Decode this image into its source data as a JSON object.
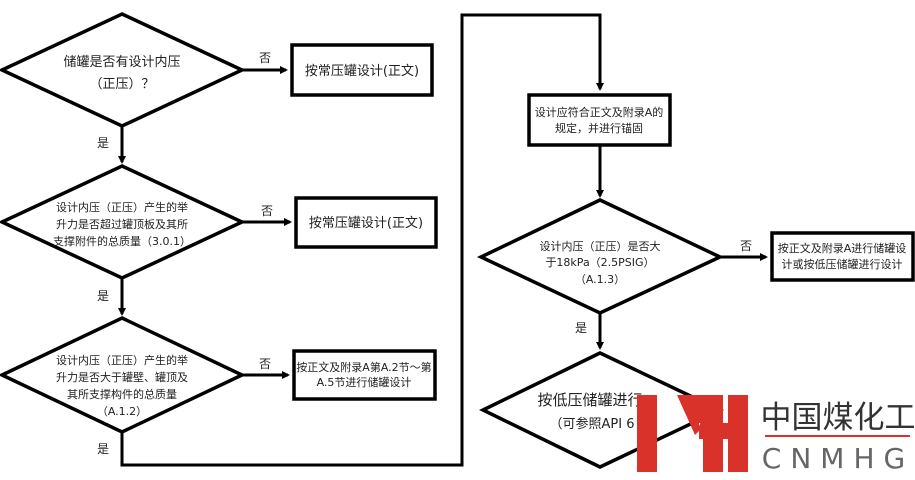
{
  "flowchart": {
    "decision1": {
      "lines": [
        "储罐是否有设计内压",
        "（正压）？"
      ]
    },
    "decision2": {
      "lines": [
        "设计内压（正压）产生的举",
        "升力是否超过罐顶板及其所",
        "支撑附件的总质量（3.0.1）"
      ]
    },
    "decision3": {
      "lines": [
        "设计内压（正压）产生的举",
        "升力是否大于罐壁、罐顶及",
        "其所支撑构件的总质量",
        "（A.1.2）"
      ]
    },
    "decision4": {
      "lines": [
        "设计内压（正压）是否大",
        "于18kPa（2.5PSIG）",
        "（A.1.3）"
      ]
    },
    "decision5": {
      "lines": [
        "按低压储罐进行",
        "（可参照API  6"
      ]
    },
    "box1": {
      "lines": [
        "按常压罐设计(正文)"
      ]
    },
    "box2": {
      "lines": [
        "按常压罐设计(正文)"
      ]
    },
    "box3": {
      "lines": [
        "按正文及附录A第A.2节～第",
        "A.5节进行储罐设计"
      ]
    },
    "box4": {
      "lines": [
        "设计应符合正文及附录A的",
        "规定，并进行锚固"
      ]
    },
    "box5": {
      "lines": [
        "按正文及附录A进行储罐设",
        "计或按低压储罐进行设计"
      ]
    },
    "labels": {
      "no": "否",
      "yes": "是"
    }
  },
  "watermark": {
    "mark": "MH",
    "name_cn": "中国煤化工",
    "name_en": "CNMHG",
    "color": "#d9322b"
  }
}
